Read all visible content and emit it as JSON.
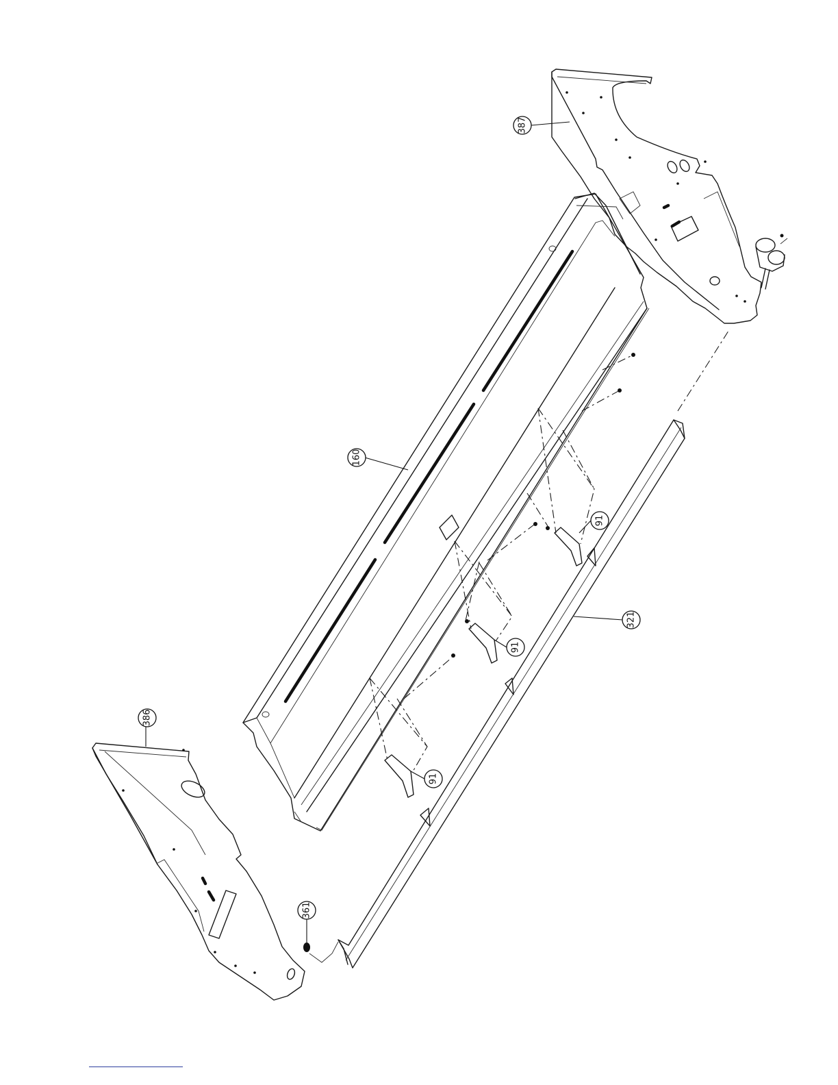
{
  "callouts": [
    {
      "id": "387",
      "label": "387"
    },
    {
      "id": "160",
      "label": "160"
    },
    {
      "id": "91a",
      "label": "91"
    },
    {
      "id": "91b",
      "label": "91"
    },
    {
      "id": "91c",
      "label": "91"
    },
    {
      "id": "321",
      "label": "321"
    },
    {
      "id": "386",
      "label": "386"
    },
    {
      "id": "361",
      "label": "361"
    }
  ],
  "colors": {
    "line": "#1a1a1a",
    "footer_rule": "#2d3f9e",
    "background": "#ffffff"
  }
}
